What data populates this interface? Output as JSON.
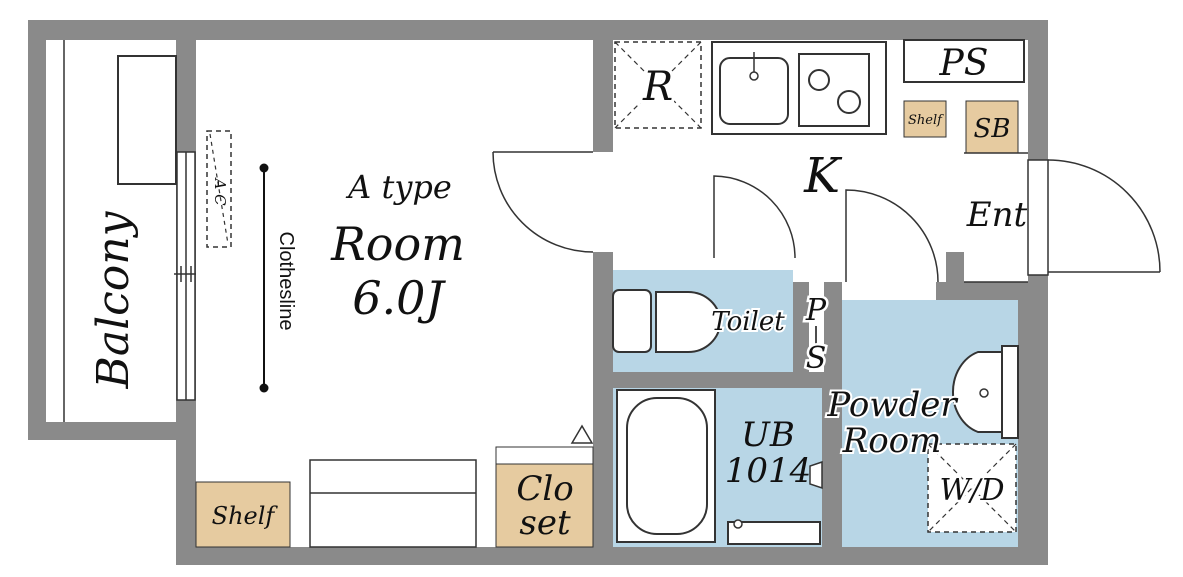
{
  "plan": {
    "room_type": "A type",
    "room_name": "Room",
    "room_size": "6.0J",
    "balcony": "Balcony",
    "ac": "A C",
    "clothesline": "Clothesline",
    "shelf_room": "Shelf",
    "closet_line1": "Clo",
    "closet_line2": "set",
    "fridge": "R",
    "kitchen": "K",
    "ps_top": "PS",
    "shelf_small": "Shelf",
    "sb": "SB",
    "entrance": "Ent",
    "toilet": "Toilet",
    "ps_mid_p": "P",
    "ps_mid_s": "S",
    "ub_line1": "UB",
    "ub_line2": "1014",
    "powder_line1": "Powder",
    "powder_line2": "Room",
    "wd": "W/D"
  },
  "colors": {
    "wall": "#8a8a8a",
    "wet_area": "#b8d6e6",
    "storage": "#e6cba0",
    "floor": "#ffffff"
  }
}
